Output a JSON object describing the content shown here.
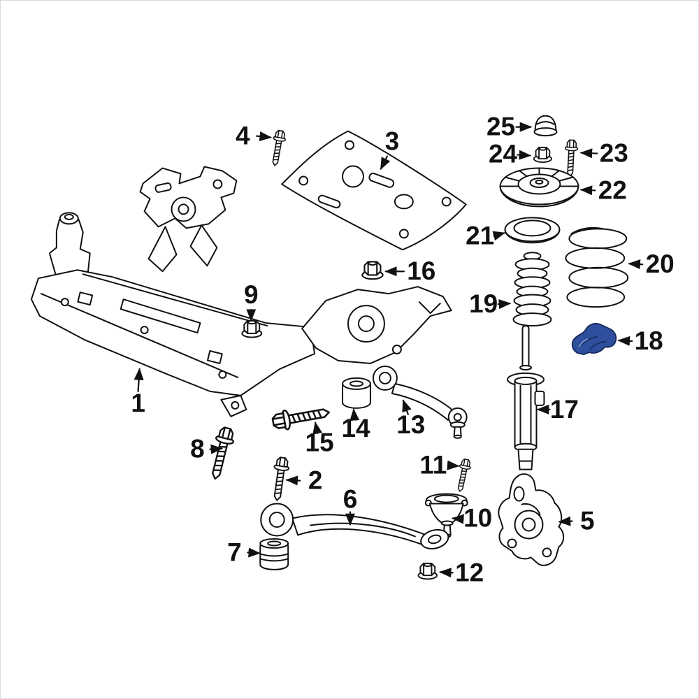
{
  "colors": {
    "background": "#ffffff",
    "ink": "#111111",
    "highlight_fill": "#2d4f9e",
    "highlight_stroke": "#1a2f63",
    "highlight_sheen": "#8fa8dc"
  },
  "highlighted_part_label": "18",
  "callouts": [
    {
      "label": "1"
    },
    {
      "label": "2"
    },
    {
      "label": "3"
    },
    {
      "label": "4"
    },
    {
      "label": "5"
    },
    {
      "label": "6"
    },
    {
      "label": "7"
    },
    {
      "label": "8"
    },
    {
      "label": "9"
    },
    {
      "label": "10"
    },
    {
      "label": "11"
    },
    {
      "label": "12"
    },
    {
      "label": "13"
    },
    {
      "label": "14"
    },
    {
      "label": "15"
    },
    {
      "label": "16"
    },
    {
      "label": "17"
    },
    {
      "label": "18"
    },
    {
      "label": "19"
    },
    {
      "label": "20"
    },
    {
      "label": "21"
    },
    {
      "label": "22"
    },
    {
      "label": "23"
    },
    {
      "label": "24"
    },
    {
      "label": "25"
    }
  ]
}
